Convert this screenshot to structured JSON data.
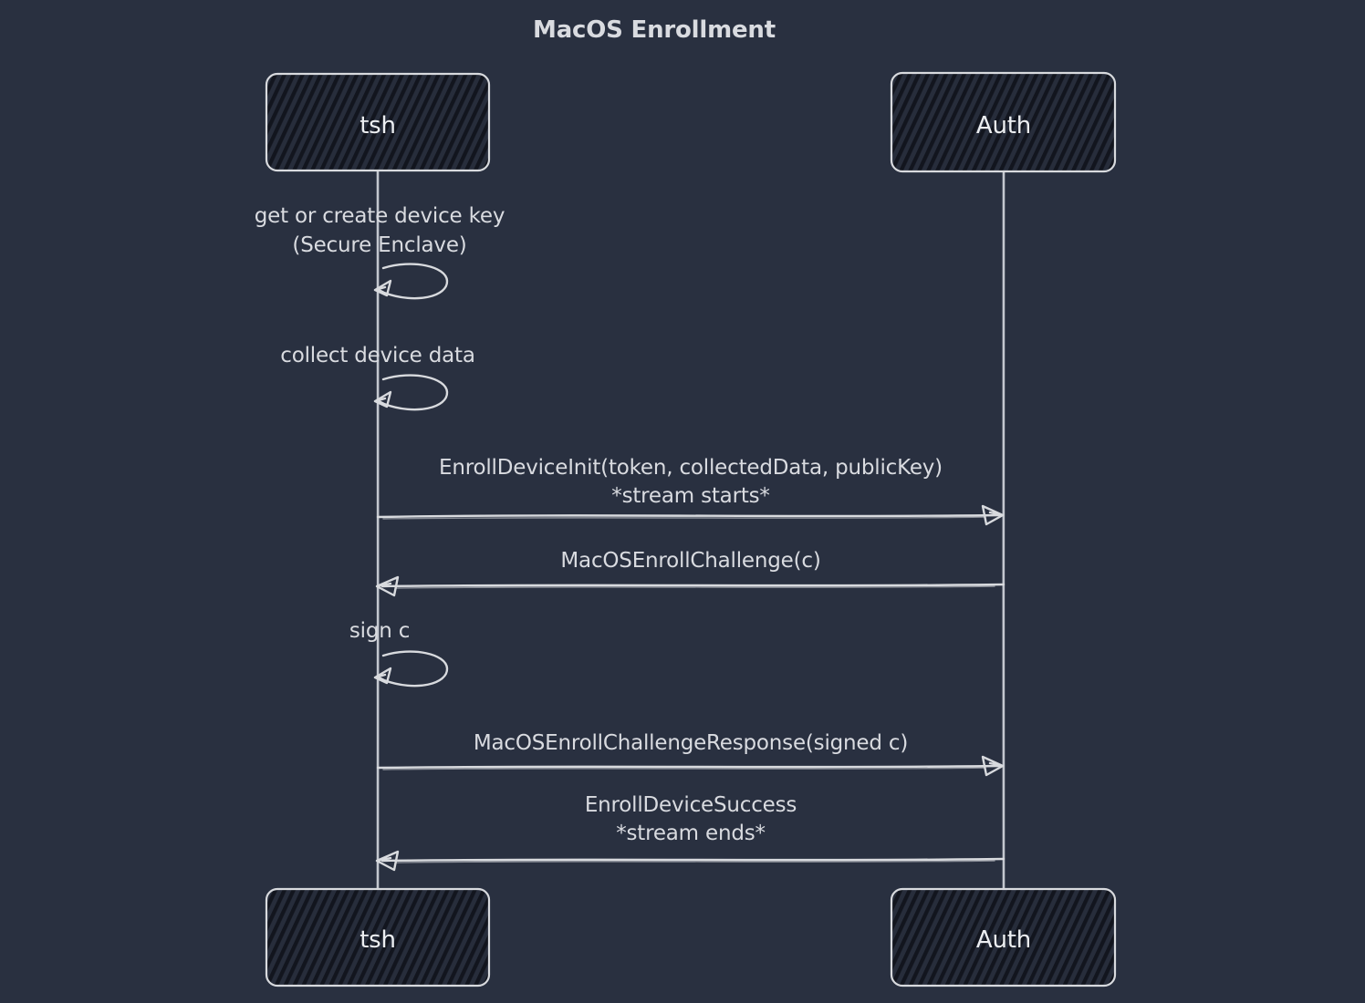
{
  "title": "MacOS Enrollment",
  "colors": {
    "background": "#293040",
    "ink": "#d8dade",
    "text": "#d9dbe0",
    "actor_text": "#eceef1",
    "box_fill": "#272d3b",
    "hatch": "#12151e",
    "lifeline": "#c3c7cf"
  },
  "actors": [
    {
      "label": "tsh"
    },
    {
      "label": "Auth"
    }
  ],
  "self_actions": [
    {
      "actor": "tsh",
      "lines": [
        "get or create device key",
        "(Secure Enclave)"
      ]
    },
    {
      "actor": "tsh",
      "lines": [
        "collect device data"
      ]
    },
    {
      "actor": "tsh",
      "lines": [
        "sign c"
      ]
    }
  ],
  "messages": [
    {
      "from": "tsh",
      "to": "Auth",
      "lines": [
        "EnrollDeviceInit(token, collectedData, publicKey)",
        "*stream starts*"
      ]
    },
    {
      "from": "Auth",
      "to": "tsh",
      "lines": [
        "MacOSEnrollChallenge(c)"
      ]
    },
    {
      "from": "tsh",
      "to": "Auth",
      "lines": [
        "MacOSEnrollChallengeResponse(signed c)"
      ]
    },
    {
      "from": "Auth",
      "to": "tsh",
      "lines": [
        "EnrollDeviceSuccess",
        "*stream ends*"
      ]
    }
  ]
}
